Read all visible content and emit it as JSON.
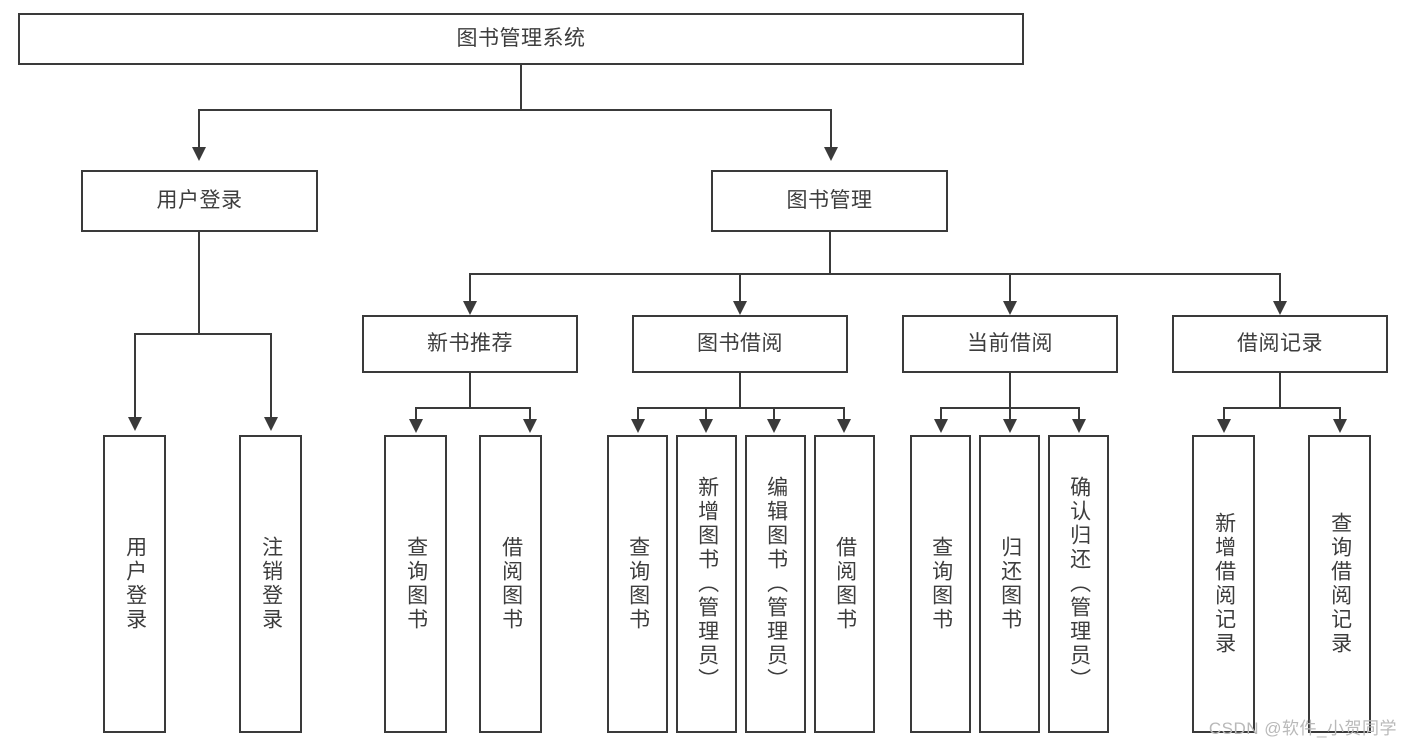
{
  "diagram": {
    "type": "tree-hierarchy",
    "title": "图书管理系统",
    "root": {
      "label": "图书管理系统"
    },
    "level1": [
      {
        "label": "用户登录"
      },
      {
        "label": "图书管理"
      }
    ],
    "level2": [
      {
        "label": "新书推荐"
      },
      {
        "label": "图书借阅"
      },
      {
        "label": "当前借阅"
      },
      {
        "label": "借阅记录"
      }
    ],
    "leaves": {
      "user_login": [
        {
          "label": "用户登录"
        },
        {
          "label": "注销登录"
        }
      ],
      "new_book_recommend": [
        {
          "label": "查询图书"
        },
        {
          "label": "借阅图书"
        }
      ],
      "book_borrow": [
        {
          "label": "查询图书"
        },
        {
          "label": "新增图书（管理员）"
        },
        {
          "label": "编辑图书（管理员）"
        },
        {
          "label": "借阅图书"
        }
      ],
      "current_borrow": [
        {
          "label": "查询图书"
        },
        {
          "label": "归还图书"
        },
        {
          "label": "确认归还（管理员）"
        }
      ],
      "borrow_record": [
        {
          "label": "新增借阅记录"
        },
        {
          "label": "查询借阅记录"
        }
      ]
    },
    "colors": {
      "stroke": "#3a3a3a",
      "text": "#3d3d3d",
      "background": "#ffffff",
      "watermark": "#b9b9b9"
    }
  },
  "watermark": {
    "text": "CSDN @软件_小贺同学"
  }
}
